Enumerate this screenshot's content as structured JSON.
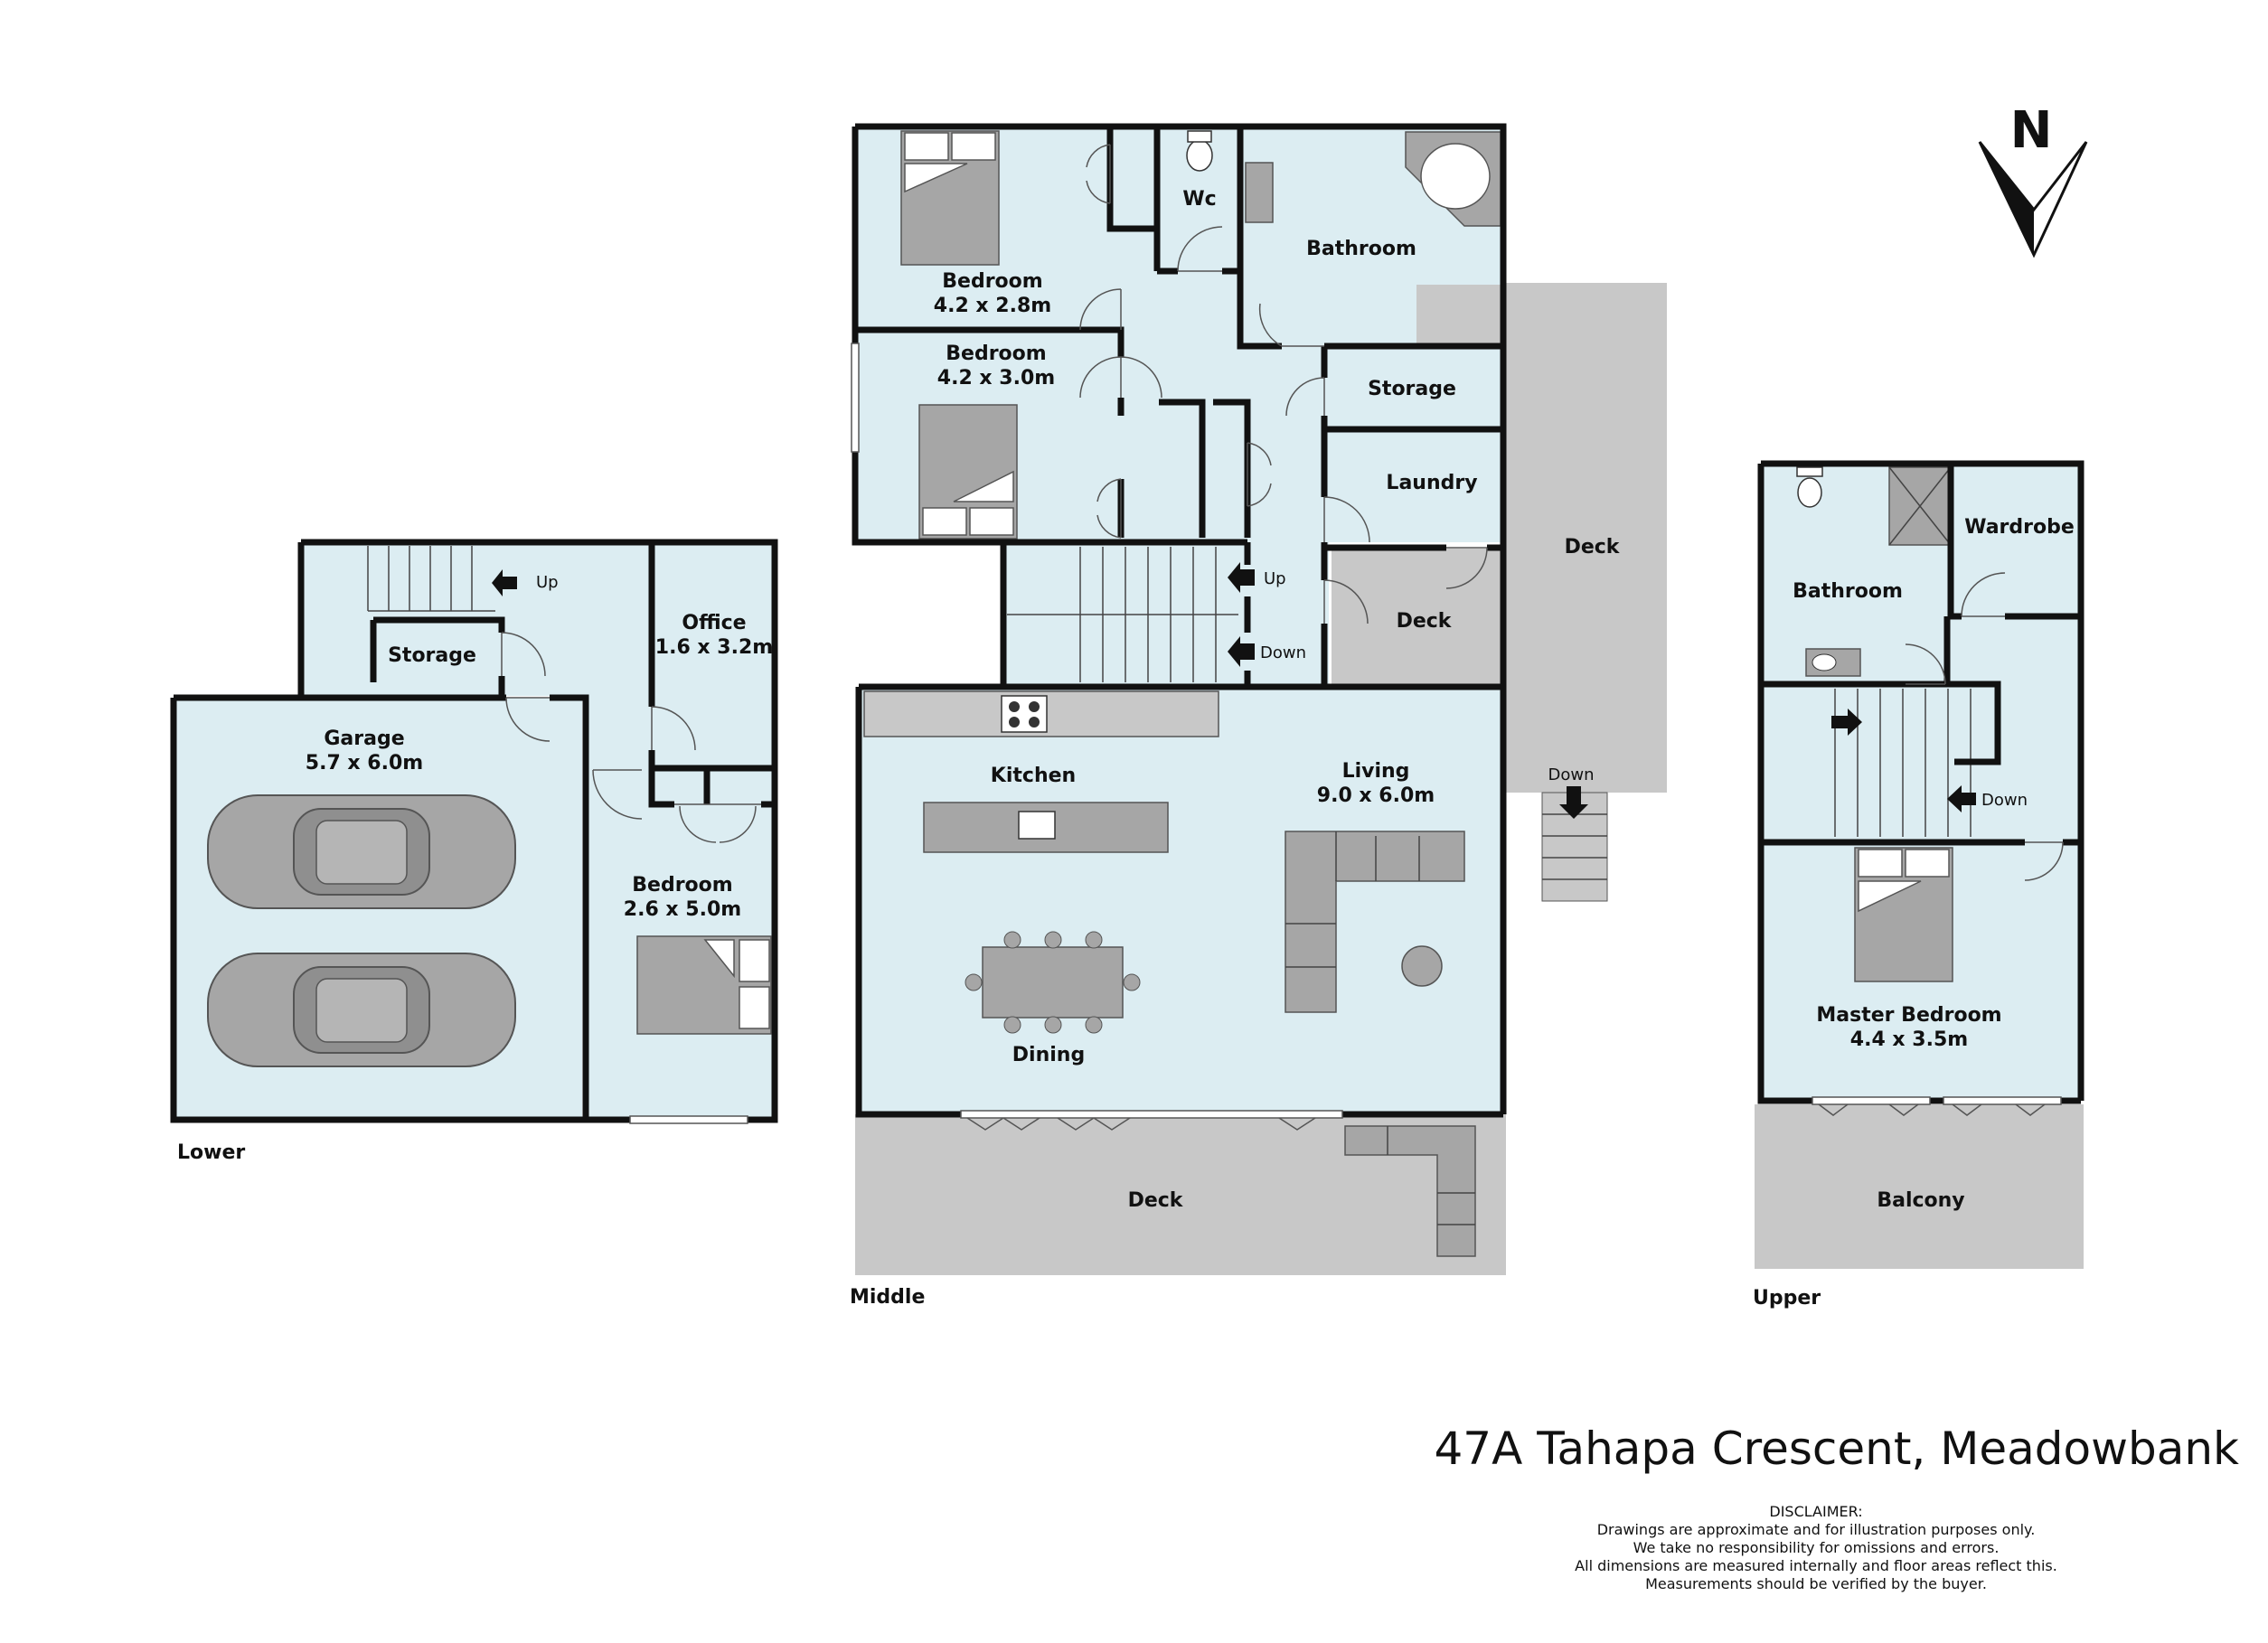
{
  "floors": {
    "lower": "Lower",
    "middle": "Middle",
    "upper": "Upper"
  },
  "rooms": {
    "lower_storage": "Storage",
    "lower_up": "Up",
    "office_name": "Office",
    "office_size": "1.6 x 3.2m",
    "garage_name": "Garage",
    "garage_size": "5.7 x 6.0m",
    "lower_bedroom_name": "Bedroom",
    "lower_bedroom_size": "2.6 x 5.0m",
    "bed1_name": "Bedroom",
    "bed1_size": "4.2 x 2.8m",
    "bed2_name": "Bedroom",
    "bed2_size": "4.2 x 3.0m",
    "wc": "Wc",
    "bathroom": "Bathroom",
    "storage": "Storage",
    "laundry": "Laundry",
    "small_deck": "Deck",
    "side_deck": "Deck",
    "middle_up": "Up",
    "middle_down": "Down",
    "deck_down": "Down",
    "kitchen": "Kitchen",
    "living_name": "Living",
    "living_size": "9.0 x 6.0m",
    "dining": "Dining",
    "front_deck": "Deck",
    "upper_bathroom": "Bathroom",
    "wardrobe": "Wardrobe",
    "upper_down": "Down",
    "master_name": "Master Bedroom",
    "master_size": "4.4 x 3.5m",
    "balcony": "Balcony"
  },
  "compass": "N",
  "address": "47A Tahapa Crescent, Meadowbank",
  "disclaimer": [
    "DISCLAIMER:",
    "Drawings are approximate and for illustration purposes only.",
    "We take no responsibility for omissions and errors.",
    "All dimensions are measured internally and floor areas reflect this.",
    "Measurements should be verified by the buyer."
  ],
  "colors": {
    "room_fill": "#dcedf2",
    "deck_fill": "#c8c8c8",
    "furniture_fill": "#a6a6a6",
    "wall": "#111111"
  }
}
